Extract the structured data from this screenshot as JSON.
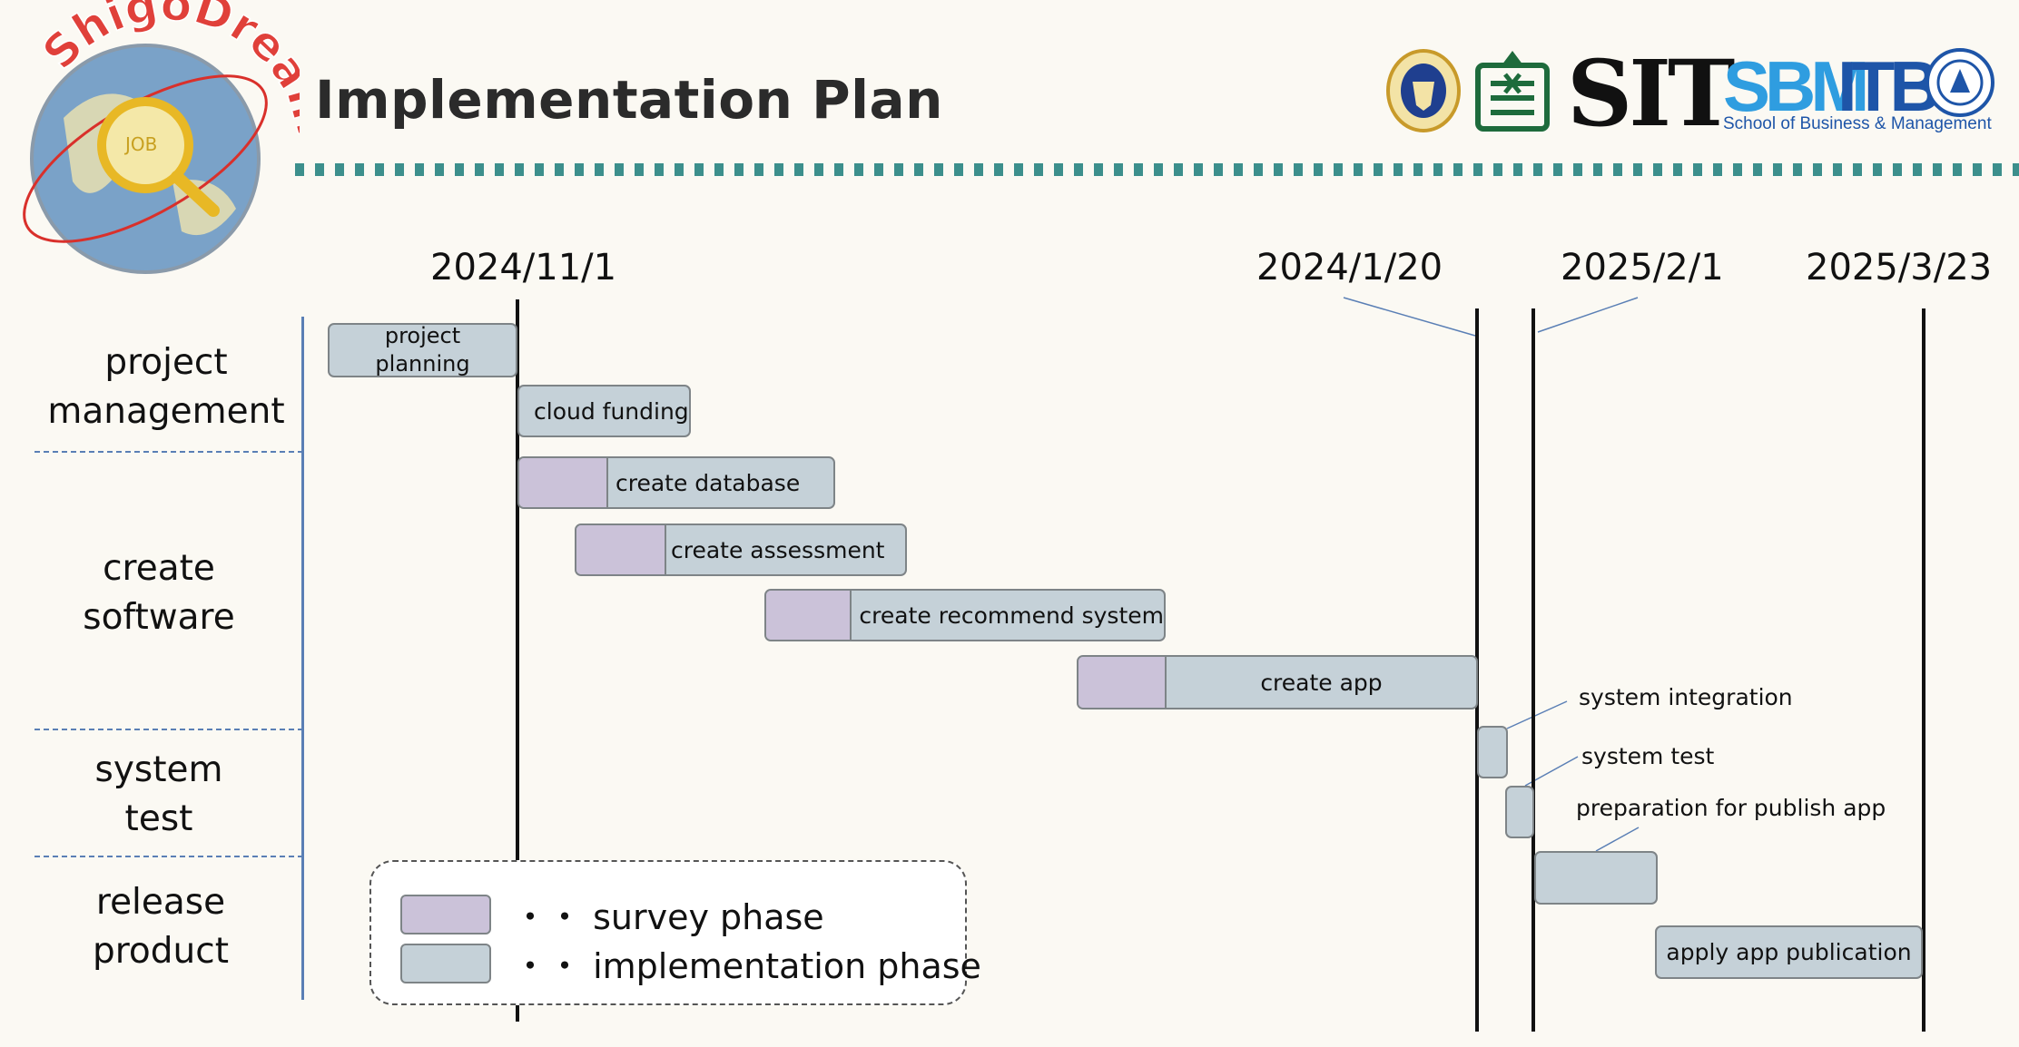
{
  "header": {
    "title": "Implementation Plan",
    "logo_text": "ShigoDream",
    "logo_badge": "JOB",
    "partner_sit": "SIT",
    "partner_sbm": "SBM",
    "partner_itb": "ITB",
    "partner_sbm_subtitle": "School of Business & Management"
  },
  "timeline": {
    "dates": [
      "2024/11/1",
      "2024/1/20",
      "2025/2/1",
      "2025/3/23"
    ]
  },
  "categories": [
    {
      "label": "project\nmanagement"
    },
    {
      "label": "create\nsoftware"
    },
    {
      "label": "system\ntest"
    },
    {
      "label": "release\nproduct"
    }
  ],
  "tasks": {
    "project_planning": "project\nplanning",
    "cloud_funding": "cloud funding",
    "create_database": "create database",
    "create_assessment": "create assessment",
    "create_recommend_system": "create recommend system",
    "create_app": "create app",
    "system_integration": "system integration",
    "system_test": "system test",
    "preparation_publish": "preparation for publish app",
    "apply_publication": "apply app publication"
  },
  "legend": {
    "survey": "・・ survey phase",
    "implementation": "・・ implementation phase"
  },
  "colors": {
    "survey_phase": "#cbc2d9",
    "implementation_phase": "#c5d1d8",
    "divider_dots": "#3c8f8c",
    "category_axis": "#5a7fb5"
  }
}
